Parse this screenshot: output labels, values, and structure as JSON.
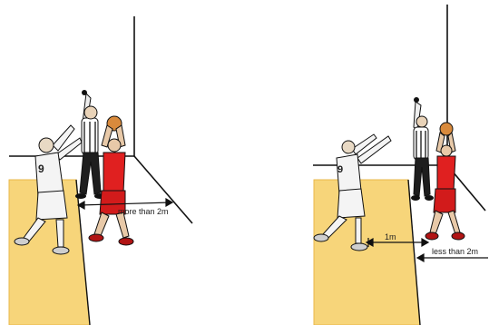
{
  "panels": [
    {
      "id": "left",
      "distance_label": "more than 2m"
    },
    {
      "id": "right",
      "inner_label": "1m",
      "distance_label": "less than 2m"
    }
  ],
  "player_white": {
    "jersey_number": "9",
    "color": "#f4f4f4"
  },
  "player_red": {
    "color": "#e02020"
  },
  "court_color": "#f7d57a"
}
